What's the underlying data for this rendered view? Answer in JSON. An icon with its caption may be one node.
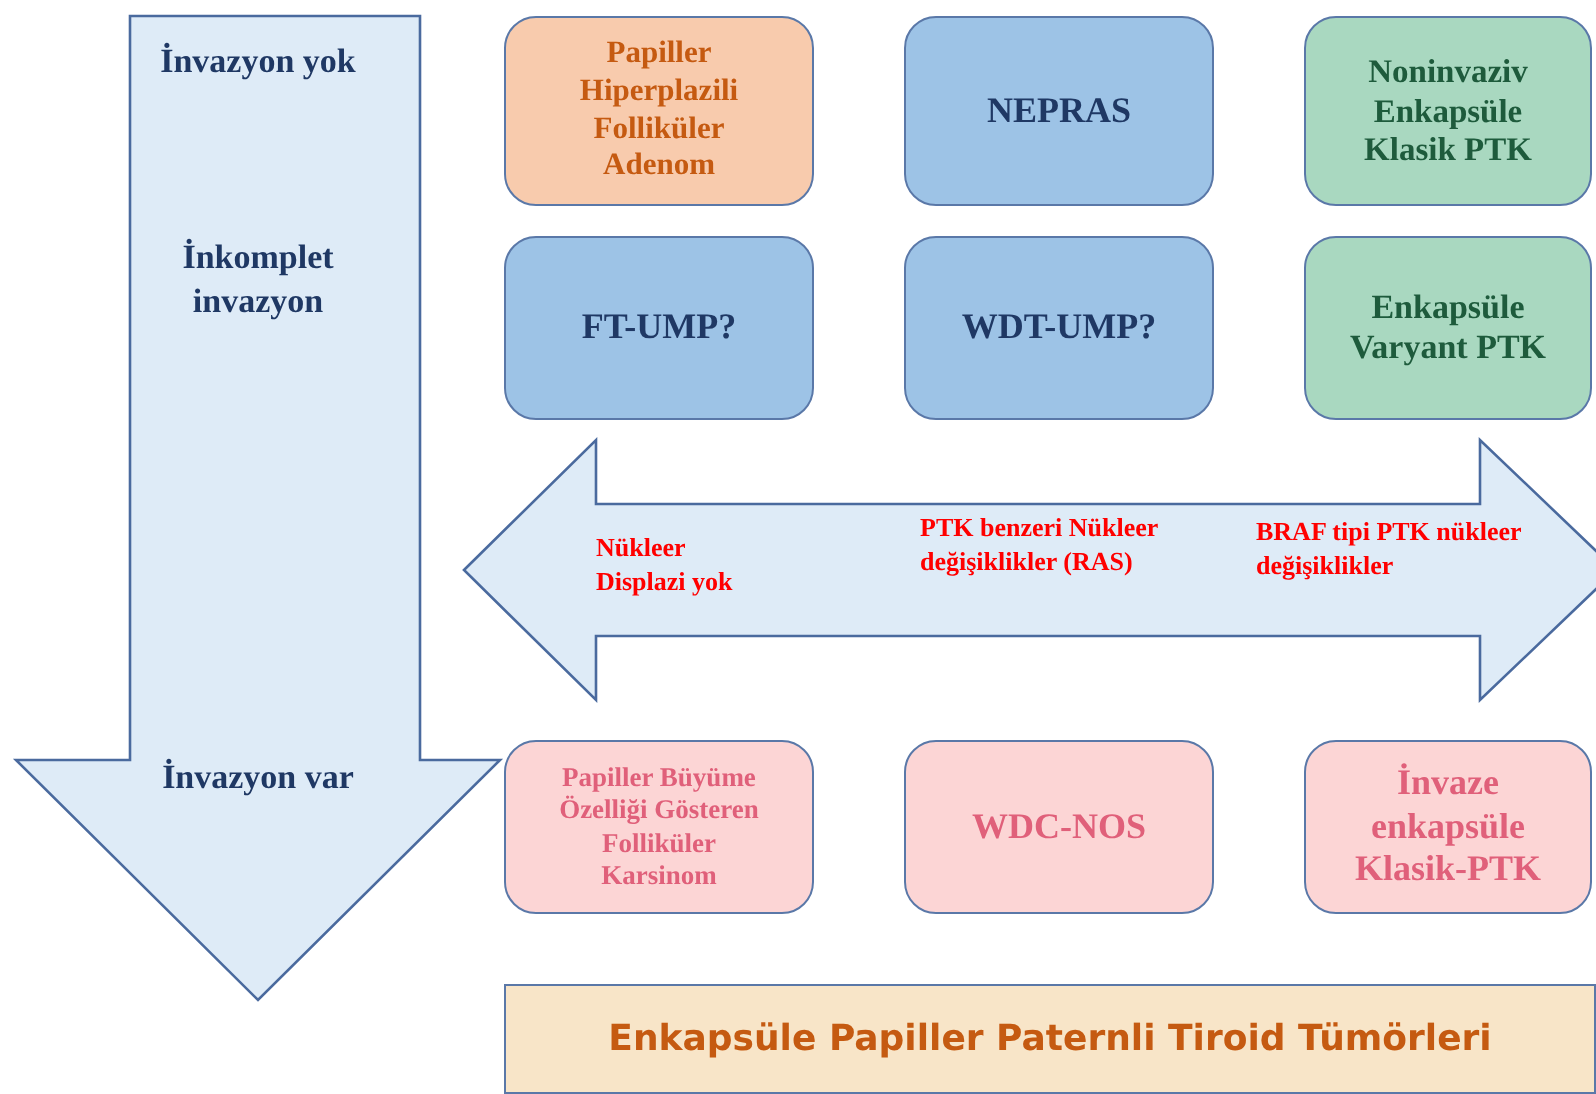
{
  "diagram": {
    "nodes": [
      {
        "text": [
          "İnvazyon yok",
          "İnkomplet invazyon",
          "İnvazyon var"
        ]
      },
      {
        "text": [
          "Papiller Hiperplazili Folliküler Adenom"
        ]
      },
      {
        "text": [
          "NEPRAS"
        ]
      },
      {
        "text": [
          "Noninvaziv Enkapsüle Klasik PTK"
        ]
      },
      {
        "text": [
          "FT-UMP?"
        ]
      },
      {
        "text": [
          "WDT-UMP?"
        ]
      },
      {
        "text": [
          "Enkapsüle Varyant PTK"
        ]
      },
      {
        "text": [
          "Nükleer Displazi yok",
          "PTK benzeri Nükleer değişiklikler (RAS)",
          "BRAF tipi PTK nükleer değişiklikler"
        ]
      },
      {
        "text": [
          "Papiller Büyüme Özelliği Gösteren Folliküler Karsinom"
        ]
      },
      {
        "text": [
          "WDC-NOS"
        ]
      },
      {
        "text": [
          "İnvaze enkapsüle Klasik-PTK"
        ]
      },
      {
        "text": [
          "Enkapsüle Papiller Paternli Tiroid Tümörleri"
        ]
      }
    ]
  }
}
